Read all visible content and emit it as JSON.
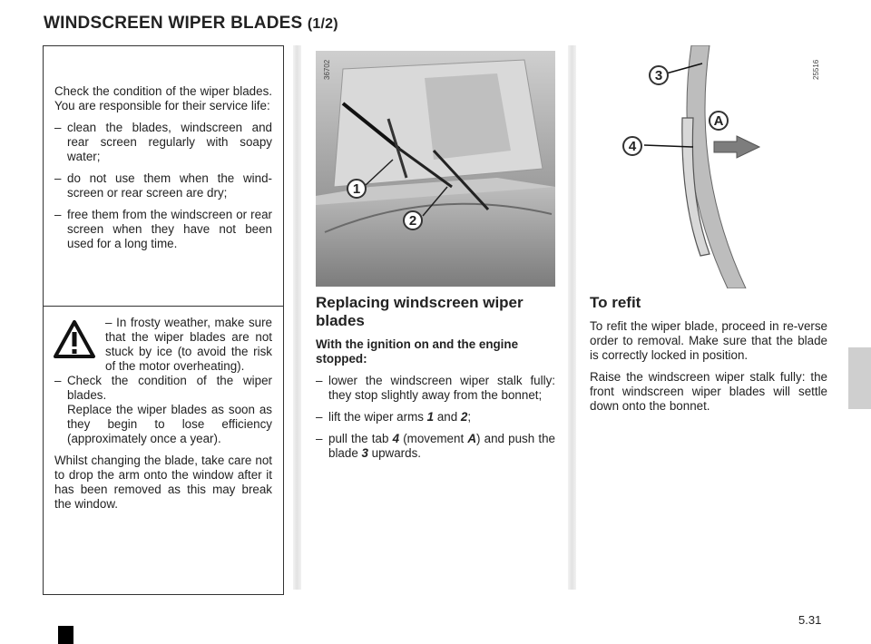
{
  "title": {
    "main": "WINDSCREEN WIPER BLADES",
    "part": "(1/2)"
  },
  "info_box": {
    "intro": "Check the condition of the wiper blades. You are responsible for their service life:",
    "items": [
      "clean the blades, windscreen and rear screen regularly with soapy water;",
      "do not use them when the wind-screen or rear screen are dry;",
      "free them from the windscreen or rear screen when they have not been used for a long time."
    ]
  },
  "warning_box": {
    "item1": "In frosty weather, make sure that the wiper blades are not stuck by ice (to avoid the risk of the motor overheating).",
    "item2_a": "Check the condition of the wiper blades.",
    "item2_b": "Replace the wiper blades as soon as they begin to lose efficiency (approximately once a year).",
    "note": "Whilst changing the blade, take care not to drop the arm onto the window after it has been removed as this may break the window."
  },
  "figure1": {
    "id": "36702",
    "callouts": [
      "1",
      "2"
    ]
  },
  "figure2": {
    "id": "25516",
    "callouts": [
      "3",
      "4",
      "A"
    ]
  },
  "replacing": {
    "heading": "Replacing windscreen wiper blades",
    "lead": "With the ignition on and the engine stopped:",
    "step1": "lower the windscreen wiper stalk fully: they stop slightly away from the bonnet;",
    "step2_pre": "lift the wiper arms ",
    "step2_n1": "1",
    "step2_and": " and ",
    "step2_n2": "2",
    "step2_end": ";",
    "step3_pre": "pull the tab ",
    "step3_n": "4",
    "step3_mid": " (movement ",
    "step3_A": "A",
    "step3_mid2": ") and push the blade ",
    "step3_n3": "3",
    "step3_end": " upwards."
  },
  "refit": {
    "heading": "To refit",
    "p1": "To refit the wiper blade, proceed in re-verse order to removal. Make sure that the blade is correctly locked in position.",
    "p2": "Raise the windscreen wiper stalk fully: the front windscreen wiper blades will settle down onto the bonnet."
  },
  "dash": "–",
  "page_number": "5.31"
}
